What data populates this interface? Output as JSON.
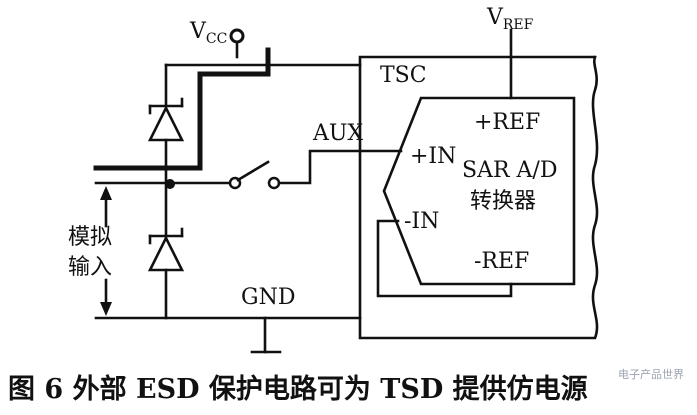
{
  "labels": {
    "vcc_main": "V",
    "vcc_sub": "CC",
    "vref_main": "V",
    "vref_sub": "REF",
    "tsc": "TSC",
    "aux": "AUX",
    "plus_ref": "+REF",
    "plus_in": "+IN",
    "sar_line1": "SAR A/D",
    "sar_line2": "转换器",
    "minus_in": "-IN",
    "minus_ref": "-REF",
    "gnd": "GND",
    "analog_line1": "模拟",
    "analog_line2": "输入"
  },
  "caption": "图 6   外部 ESD 保护电路可为 TSD 提供仿电源",
  "watermark": "电子产品世界"
}
